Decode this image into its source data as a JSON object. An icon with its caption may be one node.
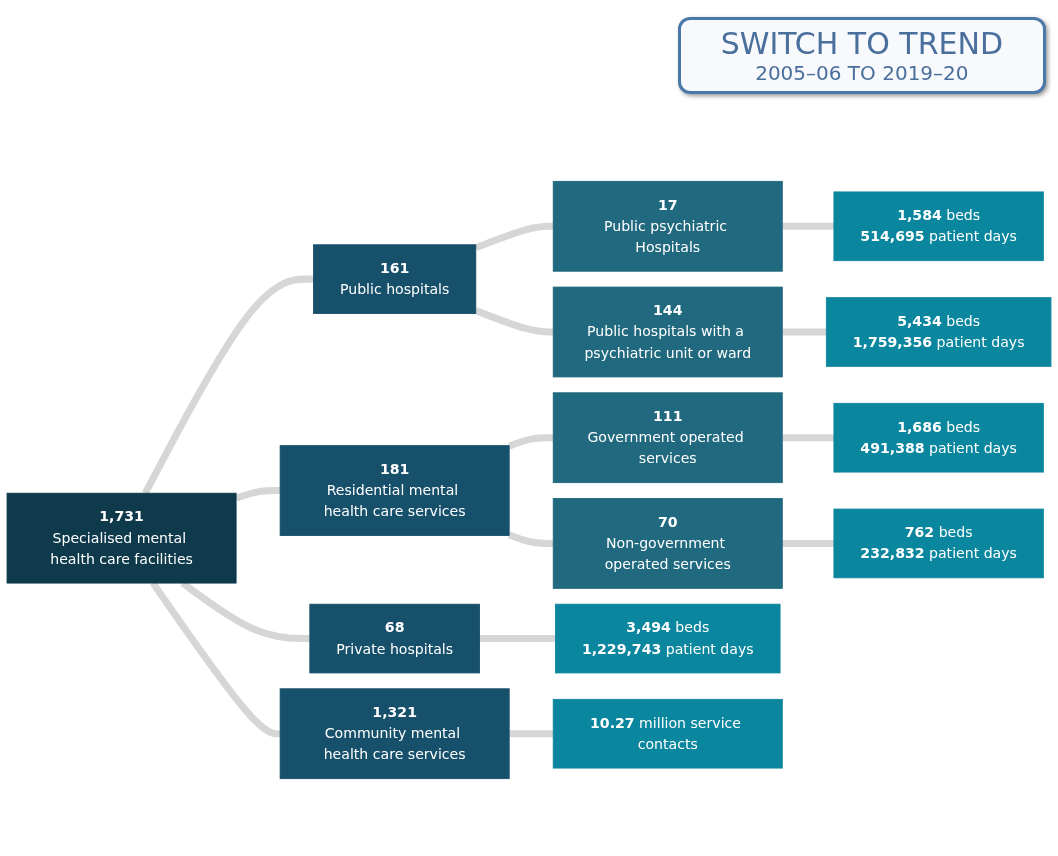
{
  "diagram": {
    "nodes": [
      {
        "text": [
          "SWITCH TO TREND",
          "2005–06 TO 2019–20"
        ]
      },
      {
        "text": [
          "1,731",
          "Specialised mental health care facilities"
        ]
      },
      {
        "text": [
          "161",
          "Public hospitals"
        ]
      },
      {
        "text": [
          "17",
          "Public psychiatric Hospitals"
        ]
      },
      {
        "text": [
          "144",
          "Public hospitals with a psychiatric unit or ward"
        ]
      },
      {
        "text": [
          "68",
          "Private hospitals"
        ]
      },
      {
        "text": [
          "181",
          "Residential mental health care services"
        ]
      },
      {
        "text": [
          "111",
          "Government operated services"
        ]
      },
      {
        "text": [
          "70",
          "Non-government operated services"
        ]
      },
      {
        "text": [
          "1,321",
          "Community mental health care services"
        ]
      },
      {
        "text": [
          "**1,584** beds",
          "**514,695** patient days"
        ]
      },
      {
        "text": [
          "**5,434** beds",
          "**1,759,356** patient days"
        ]
      },
      {
        "text": [
          "**3,494** beds",
          "**1,229,743** patient days"
        ]
      },
      {
        "text": [
          "**1,686** beds",
          "**491,388** patient days"
        ]
      },
      {
        "text": [
          "**762** beds",
          "**232,832** patient days"
        ]
      },
      {
        "text": [
          "**10.27** million service contacts"
        ]
      }
    ],
    "edges": [
      {
        "from": 1,
        "to": 2,
        "arrow": "none"
      },
      {
        "from": 1,
        "to": 5,
        "arrow": "none"
      },
      {
        "from": 1,
        "to": 6,
        "arrow": "none"
      },
      {
        "from": 1,
        "to": 9,
        "arrow": "none"
      },
      {
        "from": 2,
        "to": 3,
        "arrow": "none"
      },
      {
        "from": 2,
        "to": 4,
        "arrow": "none"
      },
      {
        "from": 3,
        "to": 10,
        "arrow": "none"
      },
      {
        "from": 4,
        "to": 11,
        "arrow": "none"
      },
      {
        "from": 5,
        "to": 12,
        "arrow": "none"
      },
      {
        "from": 6,
        "to": 7,
        "arrow": "none"
      },
      {
        "from": 6,
        "to": 8,
        "arrow": "none"
      },
      {
        "from": 7,
        "to": 13,
        "arrow": "none"
      },
      {
        "from": 8,
        "to": 14,
        "arrow": "none"
      },
      {
        "from": 9,
        "to": 15,
        "arrow": "none"
      }
    ]
  }
}
